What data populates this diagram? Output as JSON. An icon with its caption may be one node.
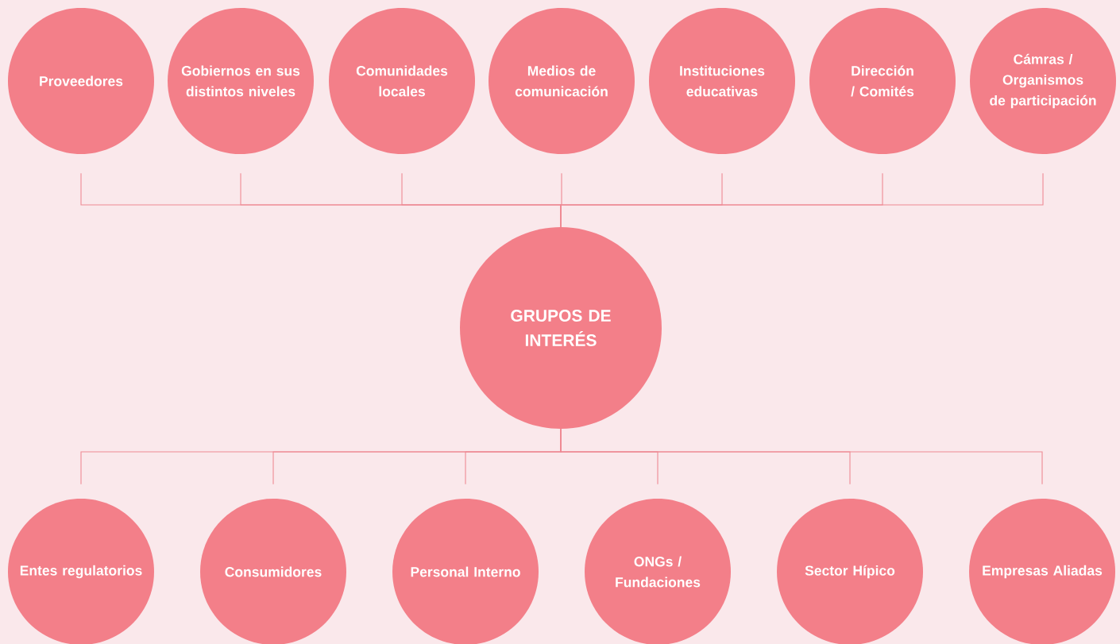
{
  "diagram": {
    "nodes": [
      {
        "text": [
          "Proveedores"
        ]
      },
      {
        "text": [
          "Gobiernos en sus distintos niveles"
        ]
      },
      {
        "text": [
          "Comunidades locales"
        ]
      },
      {
        "text": [
          "Medios de comunicación"
        ]
      },
      {
        "text": [
          "Instituciones educativas"
        ]
      },
      {
        "text": [
          "Dirección / Comités"
        ]
      },
      {
        "text": [
          "Cámras / Organismos de participación"
        ]
      },
      {
        "text": [
          "GRUPOS DE INTERÉS"
        ]
      },
      {
        "text": [
          "Entes regulatorios"
        ]
      },
      {
        "text": [
          "Consumidores"
        ]
      },
      {
        "text": [
          "Personal Interno"
        ]
      },
      {
        "text": [
          "ONGs / Fundaciones"
        ]
      },
      {
        "text": [
          "Sector Hípico"
        ]
      },
      {
        "text": [
          "Empresas Aliadas"
        ]
      }
    ],
    "edges": [
      {
        "from": 7,
        "to": 0,
        "arrow": "none"
      },
      {
        "from": 7,
        "to": 1,
        "arrow": "none"
      },
      {
        "from": 7,
        "to": 2,
        "arrow": "none"
      },
      {
        "from": 7,
        "to": 3,
        "arrow": "none"
      },
      {
        "from": 7,
        "to": 4,
        "arrow": "none"
      },
      {
        "from": 7,
        "to": 5,
        "arrow": "none"
      },
      {
        "from": 7,
        "to": 6,
        "arrow": "none"
      },
      {
        "from": 7,
        "to": 8,
        "arrow": "none"
      },
      {
        "from": 7,
        "to": 9,
        "arrow": "none"
      },
      {
        "from": 7,
        "to": 10,
        "arrow": "none"
      },
      {
        "from": 7,
        "to": 11,
        "arrow": "none"
      },
      {
        "from": 7,
        "to": 12,
        "arrow": "none"
      },
      {
        "from": 7,
        "to": 13,
        "arrow": "none"
      }
    ]
  }
}
